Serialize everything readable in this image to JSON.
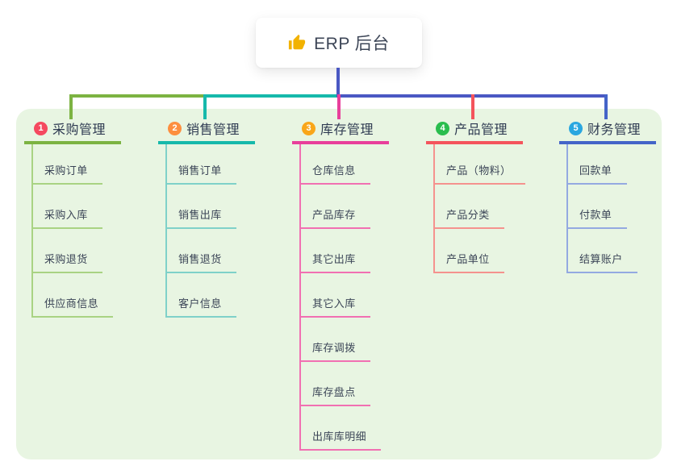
{
  "root": {
    "icon": "thumbs-up",
    "label": "ERP 后台"
  },
  "colors": {
    "page_bg": "#ffffff",
    "panel_bg": "#e8f5e2",
    "trunk": "#4a58c3",
    "thumb_icon": "#f2b200",
    "title_text": "#2f3b52",
    "child_text": "#3b4557"
  },
  "bus_segments": [
    {
      "name": "segment-left",
      "color": "#7cb342"
    },
    {
      "name": "segment-middle",
      "color": "#16b9ab"
    },
    {
      "name": "segment-right",
      "color": "#4a58c3"
    }
  ],
  "branches": [
    {
      "badge": "1",
      "badge_color": "#f5495f",
      "label": "采购管理",
      "line_color": "#7cb342",
      "child_line_color": "#a9d383",
      "children": [
        "采购订单",
        "采购入库",
        "采购退货",
        "供应商信息"
      ]
    },
    {
      "badge": "2",
      "badge_color": "#fd8f3f",
      "label": "销售管理",
      "line_color": "#16b9ab",
      "child_line_color": "#7fd1c9",
      "children": [
        "销售订单",
        "销售出库",
        "销售退货",
        "客户信息"
      ]
    },
    {
      "badge": "3",
      "badge_color": "#f9a61a",
      "label": "库存管理",
      "line_color": "#e83f9b",
      "child_line_color": "#f170b2",
      "children": [
        "仓库信息",
        "产品库存",
        "其它出库",
        "其它入库",
        "库存调拨",
        "库存盘点",
        "出库库明细"
      ]
    },
    {
      "badge": "4",
      "badge_color": "#2abd4e",
      "label": "产品管理",
      "line_color": "#f4545c",
      "child_line_color": "#f5928e",
      "children": [
        "产品（物料）",
        "产品分类",
        "产品单位"
      ]
    },
    {
      "badge": "5",
      "badge_color": "#2aa7e0",
      "label": "财务管理",
      "line_color": "#4464c8",
      "child_line_color": "#94a9e1",
      "children": [
        "回款单",
        "付款单",
        "结算账户"
      ]
    }
  ]
}
